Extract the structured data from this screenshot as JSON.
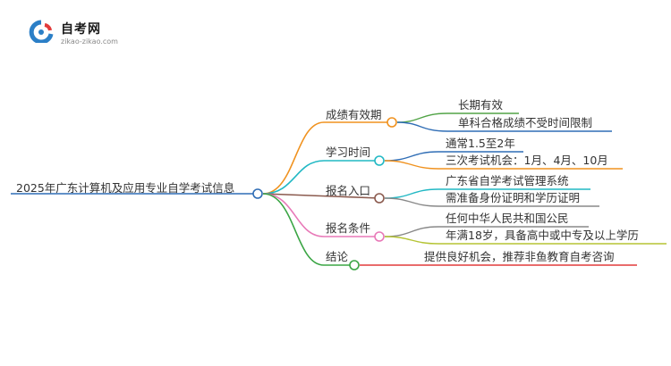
{
  "logo": {
    "title": "自考网",
    "url": "zikao-zikao.com"
  },
  "root": {
    "label": "2025年广东计算机及应用专业自学考试信息"
  },
  "branches": [
    {
      "label": "成绩有效期",
      "color": "#f0921f",
      "leaves": [
        {
          "label": "长期有效",
          "color": "#52a447"
        },
        {
          "label": "单科合格成绩不受时间限制",
          "color": "#2f6db5"
        }
      ]
    },
    {
      "label": "学习时间",
      "color": "#21b8c4",
      "leaves": [
        {
          "label": "通常1.5至2年",
          "color": "#2f6db5"
        },
        {
          "label": "三次考试机会：1月、4月、10月",
          "color": "#f0921f"
        }
      ]
    },
    {
      "label": "报名入口",
      "color": "#8b5a4e",
      "leaves": [
        {
          "label": "广东省自学考试管理系统",
          "color": "#21b8c4"
        },
        {
          "label": "需准备身份证明和学历证明",
          "color": "#888888"
        }
      ]
    },
    {
      "label": "报名条件",
      "color": "#e879b8",
      "leaves": [
        {
          "label": "任何中华人民共和国公民",
          "color": "#888888"
        },
        {
          "label": "年满18岁，具备高中或中专及以上学历",
          "color": "#b5c434"
        }
      ]
    },
    {
      "label": "结论",
      "color": "#3aa544",
      "leaves": [
        {
          "label": "提供良好机会，推荐非鱼教育自考咨询",
          "color": "#e23a3a"
        }
      ]
    }
  ]
}
